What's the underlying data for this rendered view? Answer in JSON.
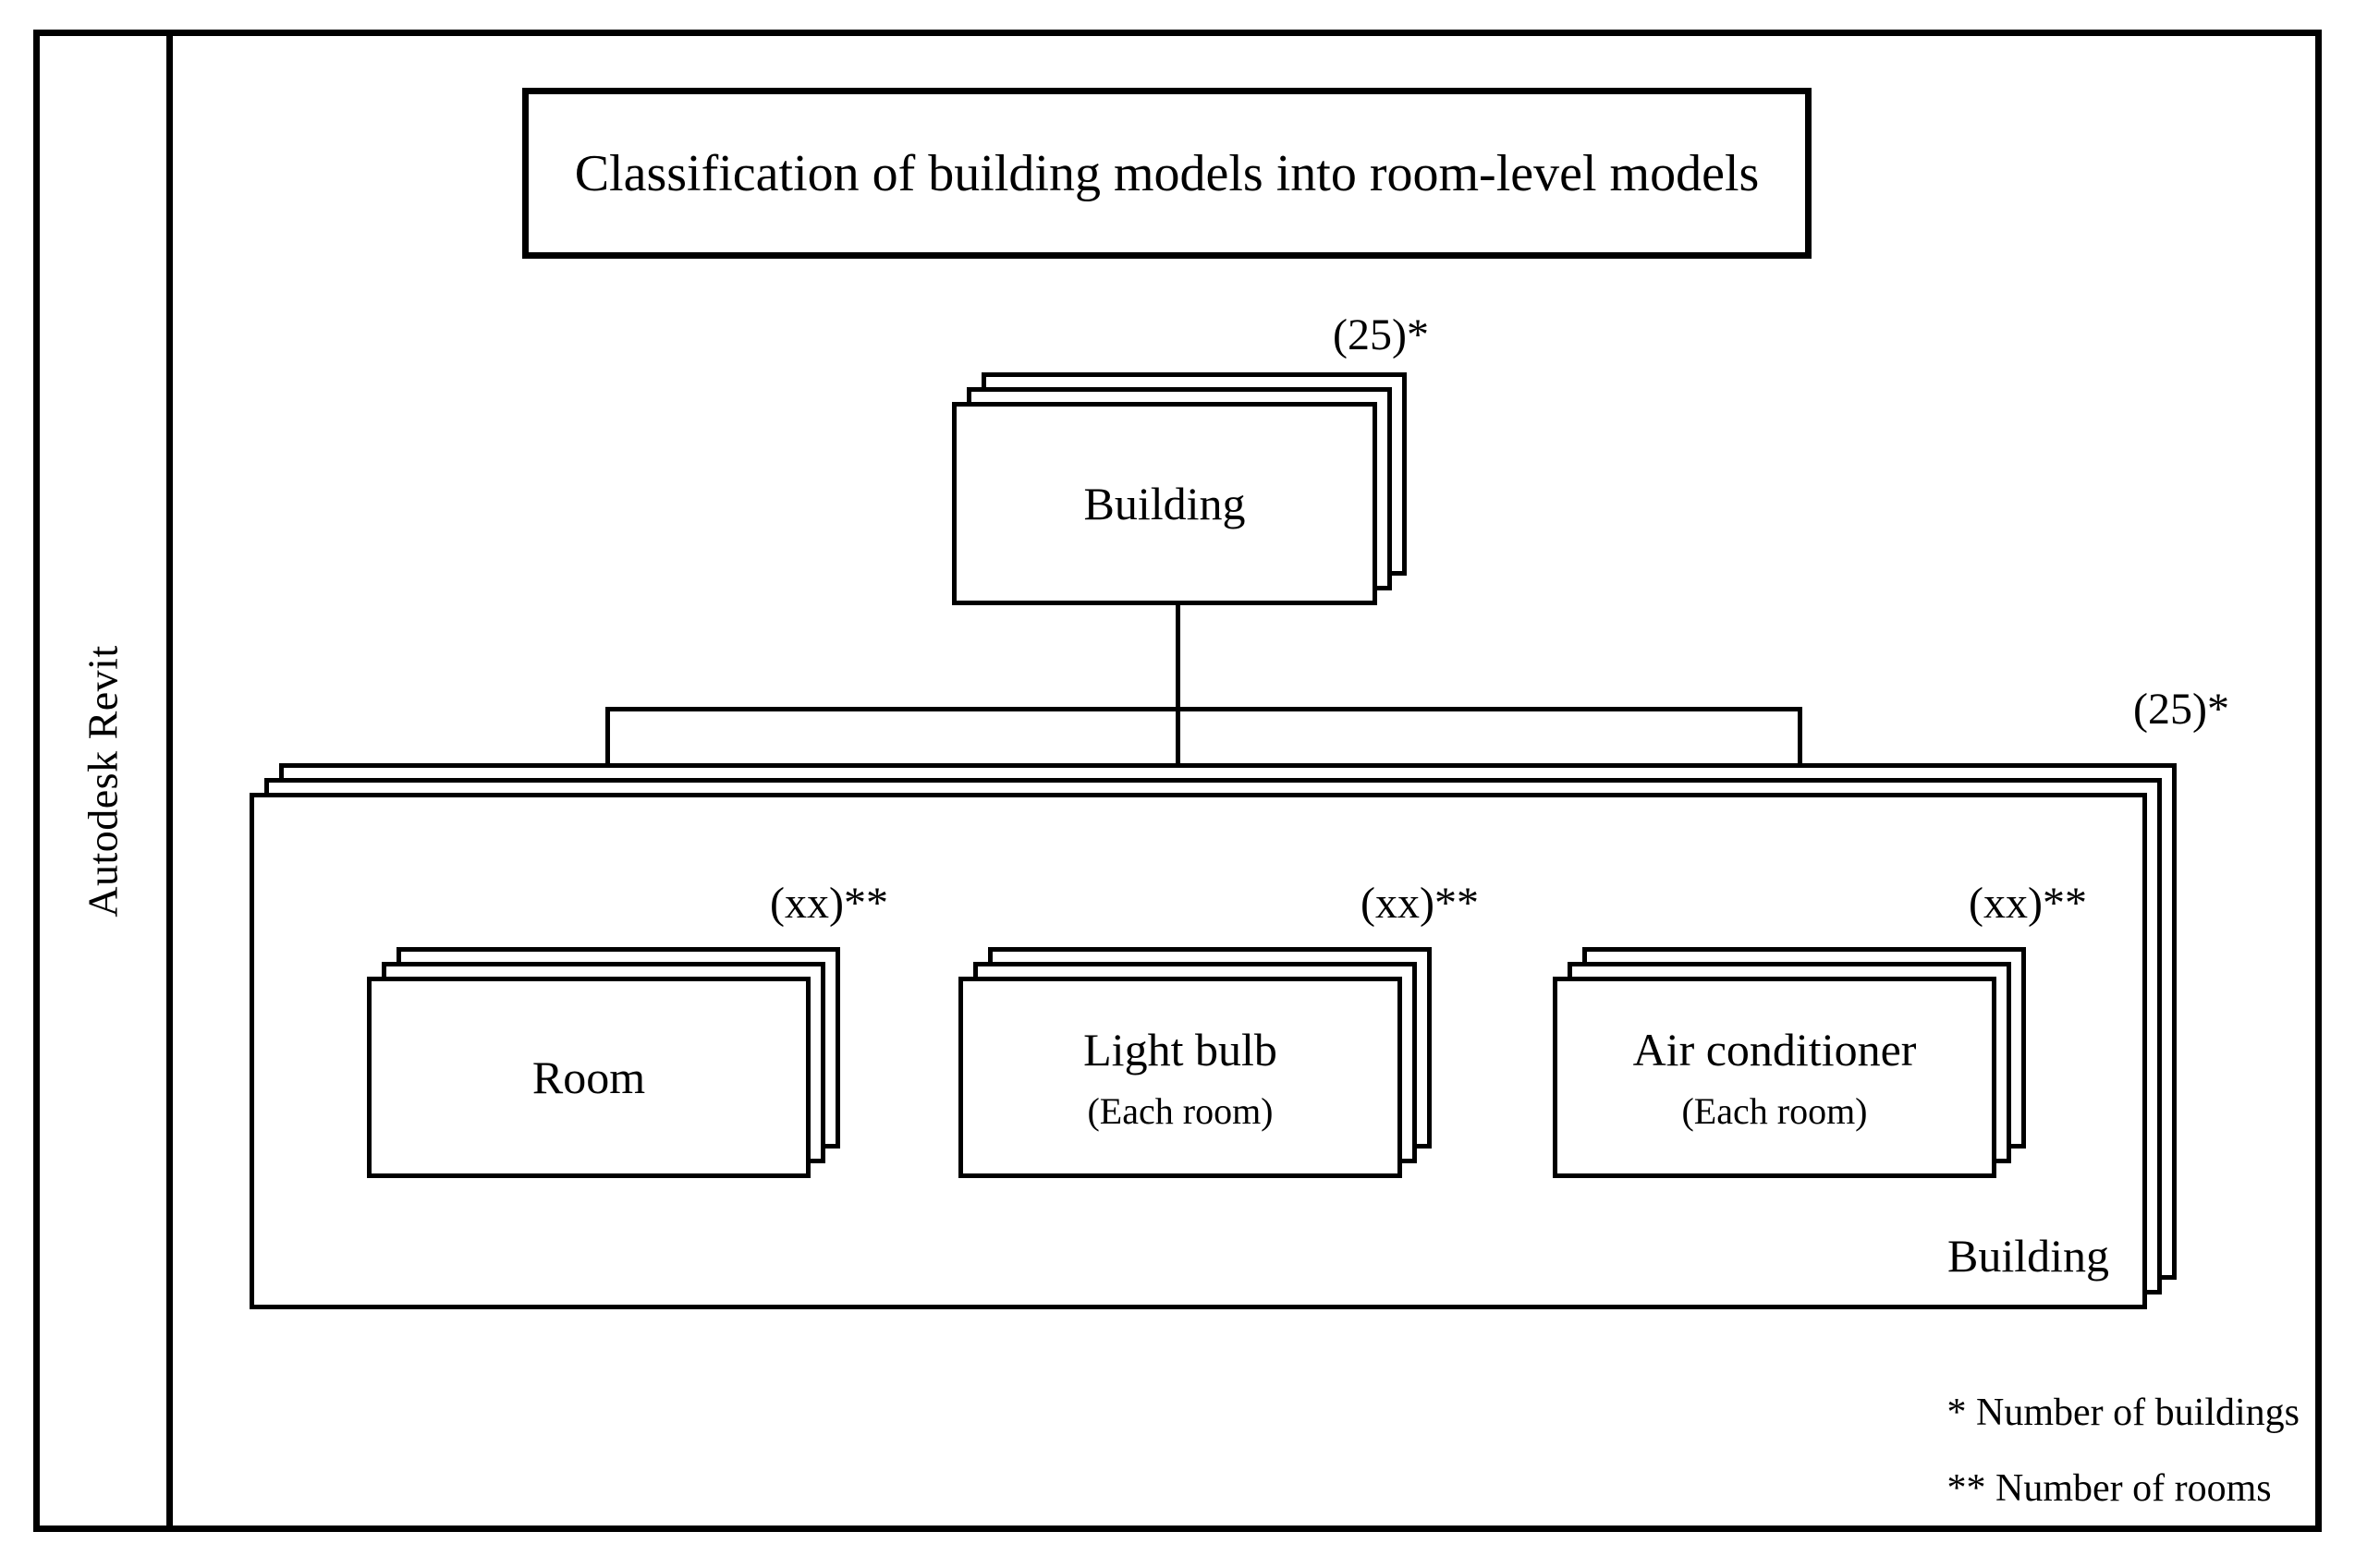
{
  "frame": {
    "app_label": "Autodesk Revit"
  },
  "title": {
    "text": "Classification of building models into room-level models"
  },
  "diagram": {
    "root": {
      "label": "Building",
      "count_label": "(25)*"
    },
    "container": {
      "label": "Building",
      "count_label": "(25)*"
    },
    "children": [
      {
        "label": "Room",
        "sublabel": "",
        "count_label": "(xx)**"
      },
      {
        "label": "Light bulb",
        "sublabel": "(Each room)",
        "count_label": "(xx)**"
      },
      {
        "label": "Air conditioner",
        "sublabel": "(Each room)",
        "count_label": "(xx)**"
      }
    ]
  },
  "footnotes": [
    "* Number of buildings",
    "** Number of rooms"
  ],
  "colors": {
    "line": "#000000",
    "background": "#ffffff",
    "text": "#000000"
  }
}
